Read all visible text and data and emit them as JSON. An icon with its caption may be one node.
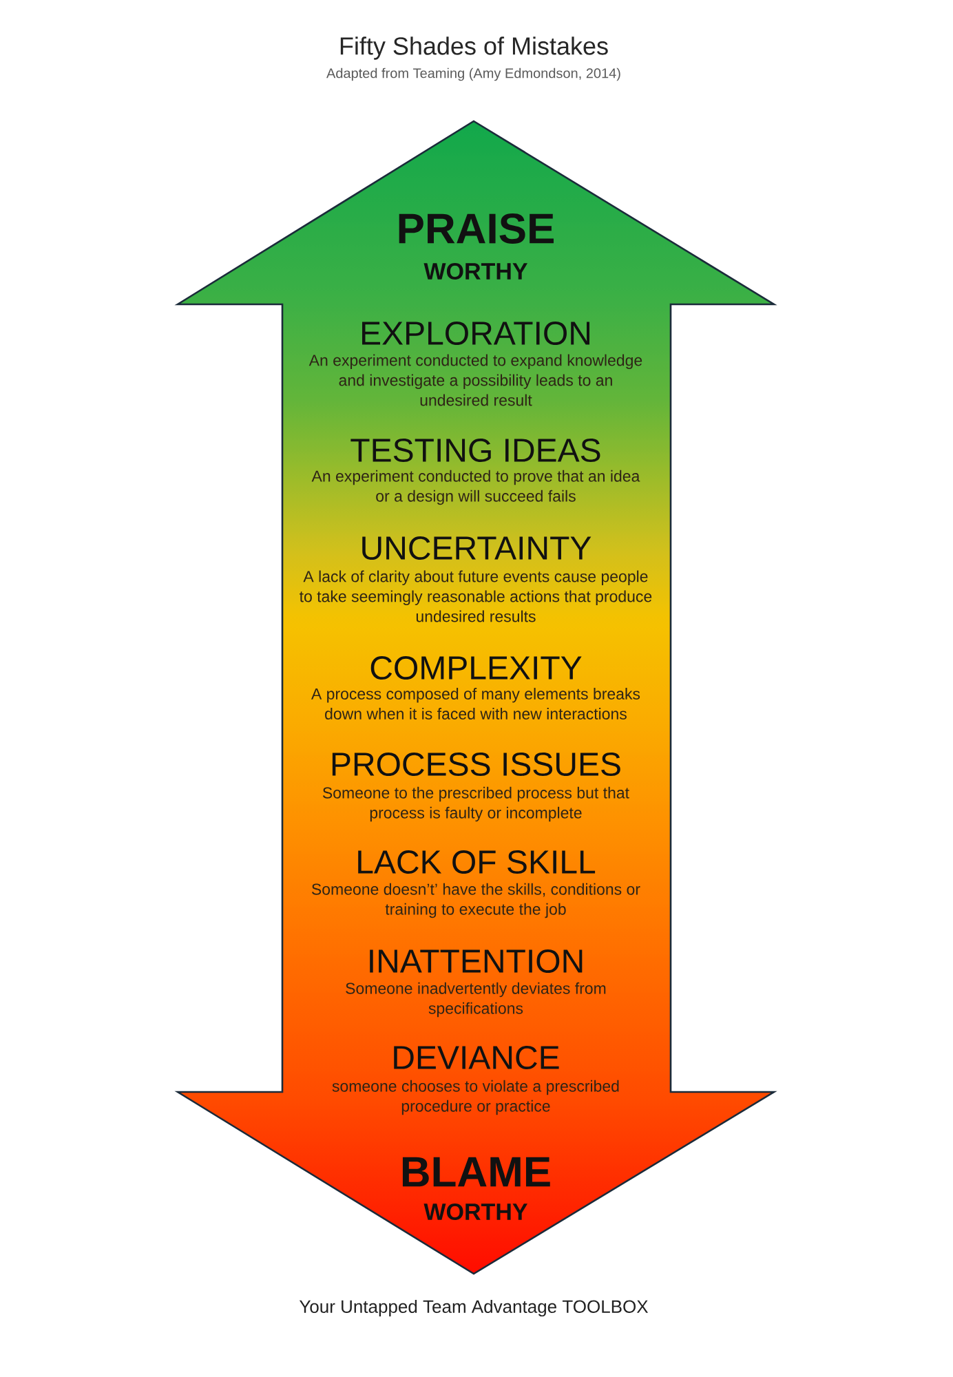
{
  "diagram": {
    "title": "Fifty Shades of Mistakes",
    "nodes": [
      {
        "text": [
          "PRAISE",
          "WORTHY",
          "EXPLORATION",
          "An experiment conducted to expand knowledge and investigate a possibility leads to an undesired result",
          "TESTING IDEAS",
          "An experiment conducted to prove that an idea or a design will succeed fails",
          "UNCERTAINTY",
          "A lack of clarity about future events cause people to take seemingly reasonable actions that produce undesired results",
          "COMPLEXITY",
          "A process composed of many elements breaks down when it is faced with new interactions",
          "PROCESS ISSUES",
          "Someone to the prescribed process but that process is faulty or incomplete",
          "LACK OF SKILL",
          "Someone doesn’t’ have the skills, conditions or training to execute the job",
          "INATTENTION",
          "Someone inadvertently deviates from specifications",
          "DEVIANCE",
          "someone chooses to violate a prescribed procedure or practice",
          "BLAME",
          "WORTHY"
        ]
      }
    ],
    "labels": [
      "Adapted from Teaming (Amy Edmondson, 2014)",
      "Your Untapped Team Advantage TOOLBOX"
    ]
  }
}
